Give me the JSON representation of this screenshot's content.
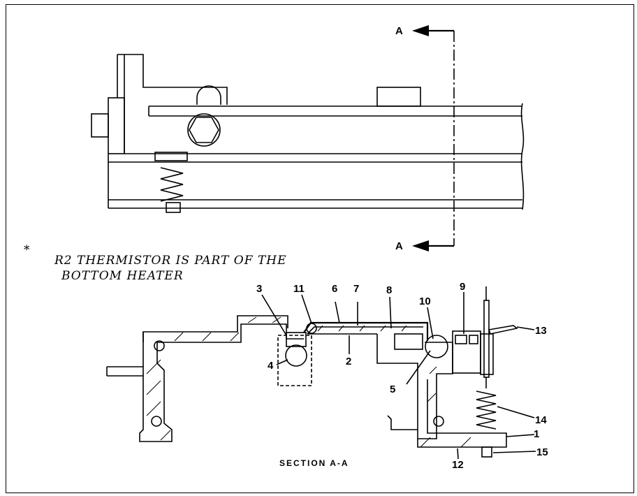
{
  "section_markers": [
    "A",
    "A"
  ],
  "handwritten_note": {
    "star": "*",
    "line1": "R2 THERMISTOR IS PART OF THE",
    "line2": "BOTTOM HEATER"
  },
  "callouts": [
    "1",
    "2",
    "3",
    "4",
    "5",
    "6",
    "7",
    "8",
    "9",
    "10",
    "11",
    "12",
    "13",
    "14",
    "15"
  ],
  "caption": "SECTION A-A"
}
